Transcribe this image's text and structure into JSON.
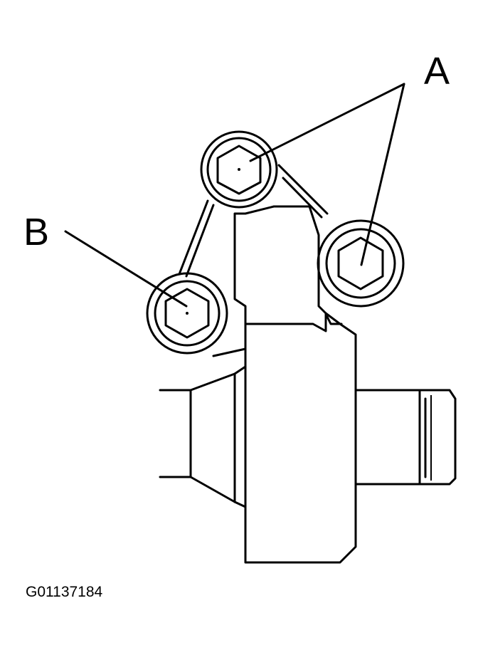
{
  "callouts": {
    "a": "A",
    "b": "B"
  },
  "figure_code": "G01137184",
  "colors": {
    "ink": "#000000",
    "background": "#ffffff"
  }
}
